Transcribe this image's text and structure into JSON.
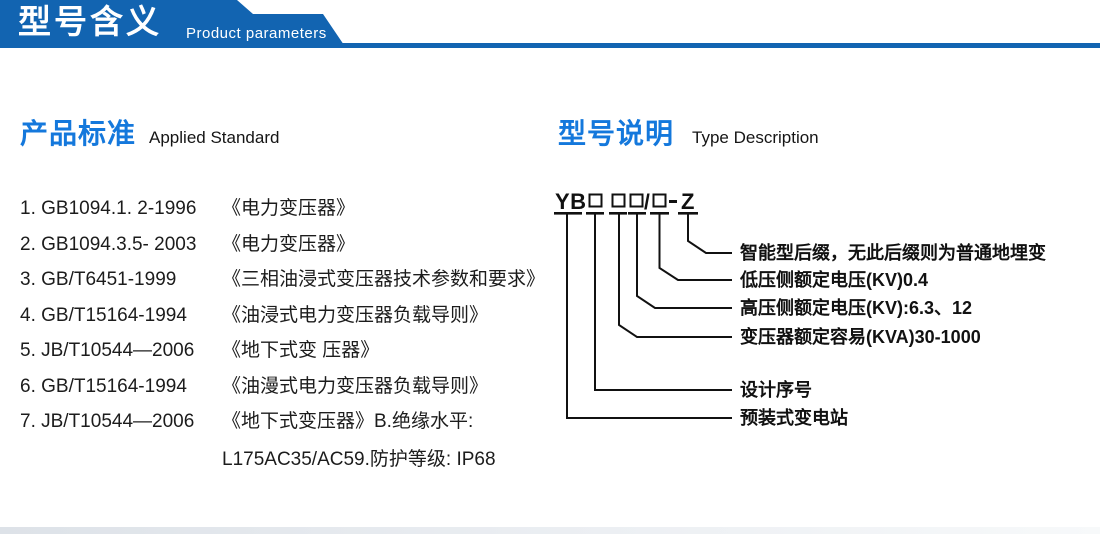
{
  "header": {
    "title": "型号含义",
    "subtitle": "Product parameters"
  },
  "sections": {
    "left": {
      "title_zh": "产品标准",
      "title_en": "Applied Standard"
    },
    "right": {
      "title_zh": "型号说明",
      "title_en": "Type Description"
    }
  },
  "standards": [
    {
      "code": "1. GB1094.1. 2-1996",
      "title": "《电力变压器》"
    },
    {
      "code": "2. GB1094.3.5- 2003",
      "title": "《电力变压器》"
    },
    {
      "code": "3. GB/T6451-1999",
      "title": "《三相油浸式变压器技术参数和要求》"
    },
    {
      "code": "4. GB/T15164-1994",
      "title": "《油浸式电力变压器负载导则》"
    },
    {
      "code": "5. JB/T10544—2006",
      "title": "《地下式变 压器》"
    },
    {
      "code": "6. GB/T15164-1994",
      "title": "《油漫式电力变压器负载导则》"
    },
    {
      "code": "7. JB/T10544—2006",
      "title": "《地下式变压器》B.绝缘水平:"
    }
  ],
  "standards_continuation": "L175AC35/AC59.防护等级: IP68",
  "model_diagram": {
    "code_prefix": "YB",
    "slash": "/",
    "code_suffix": "Z",
    "labels": [
      {
        "text": "智能型后缀，无此后缀则为普通地埋变"
      },
      {
        "text": "低压侧额定电压(KV)0.4"
      },
      {
        "text": "高压侧额定电压(KV):6.3、12"
      },
      {
        "text": "变压器额定容易(KVA)30-1000"
      },
      {
        "text": "设计序号"
      },
      {
        "text": "预装式变电站"
      }
    ]
  },
  "colors": {
    "header_blue": "#1264b1",
    "section_title_blue": "#1478dc",
    "text_dark": "#1c1c1c"
  }
}
